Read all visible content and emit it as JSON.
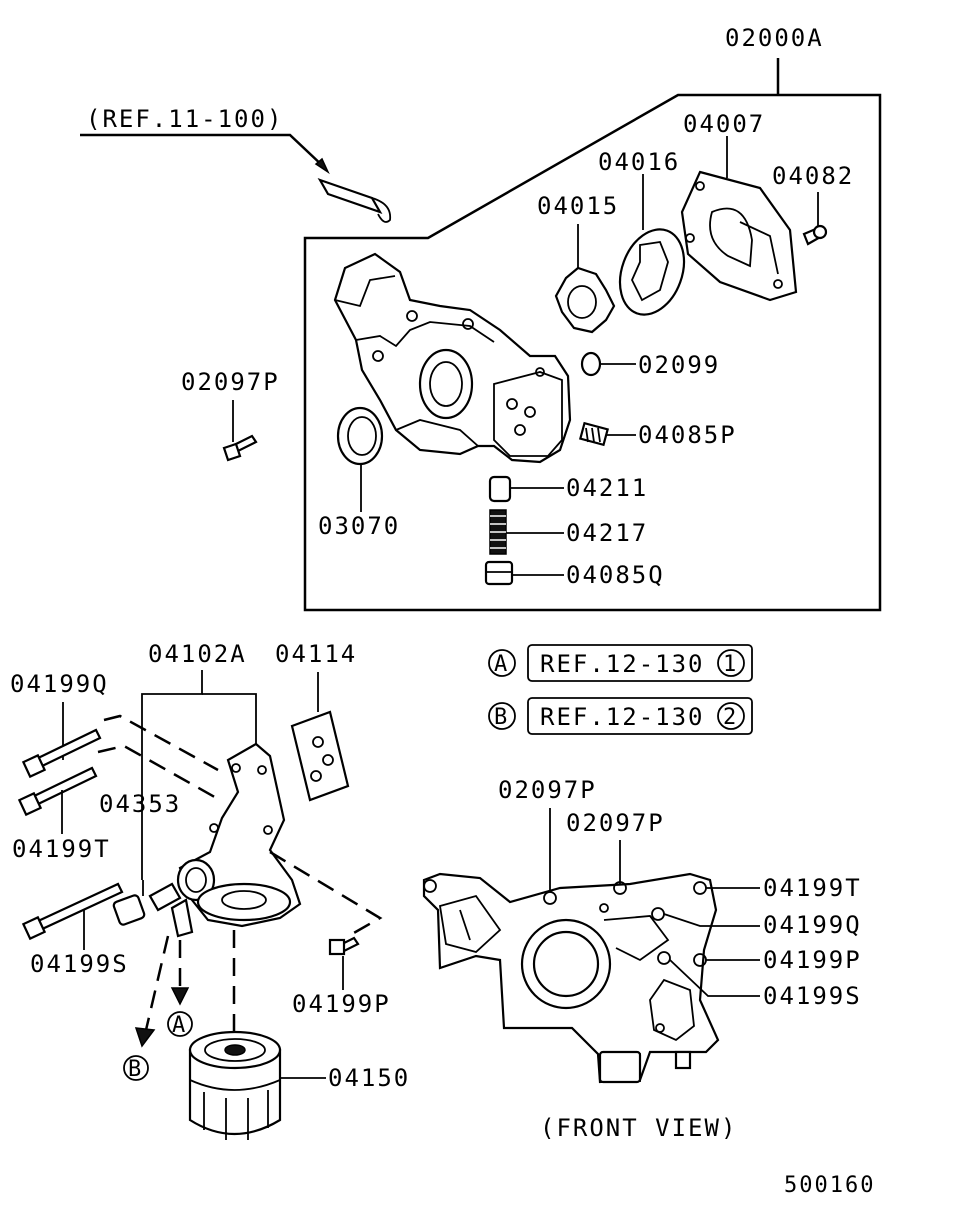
{
  "labels": {
    "assy_02000A": "02000A",
    "ref_11_100": "(REF.11-100)",
    "p04007": "04007",
    "p04016": "04016",
    "p04082": "04082",
    "p04015": "04015",
    "p02099": "02099",
    "p04085P": "04085P",
    "p02097P_left": "02097P",
    "p04211": "04211",
    "p04217": "04217",
    "p03070": "03070",
    "p04085Q": "04085Q",
    "p04102A": "04102A",
    "p04114": "04114",
    "p04199Q_left": "04199Q",
    "p04353": "04353",
    "p04199T_left": "04199T",
    "p04199S_left": "04199S",
    "p04199P_left": "04199P",
    "p04150": "04150",
    "p02097P_front1": "02097P",
    "p02097P_front2": "02097P",
    "p04199T_right": "04199T",
    "p04199Q_right": "04199Q",
    "p04199P_right": "04199P",
    "p04199S_right": "04199S",
    "front_view": "(FRONT VIEW)",
    "diagram_number": "500160"
  },
  "references": [
    {
      "marker": "A",
      "text": "REF.12-130",
      "circle_num": "1"
    },
    {
      "marker": "B",
      "text": "REF.12-130",
      "circle_num": "2"
    }
  ],
  "arrow_markers": {
    "a": "A",
    "b": "B"
  }
}
